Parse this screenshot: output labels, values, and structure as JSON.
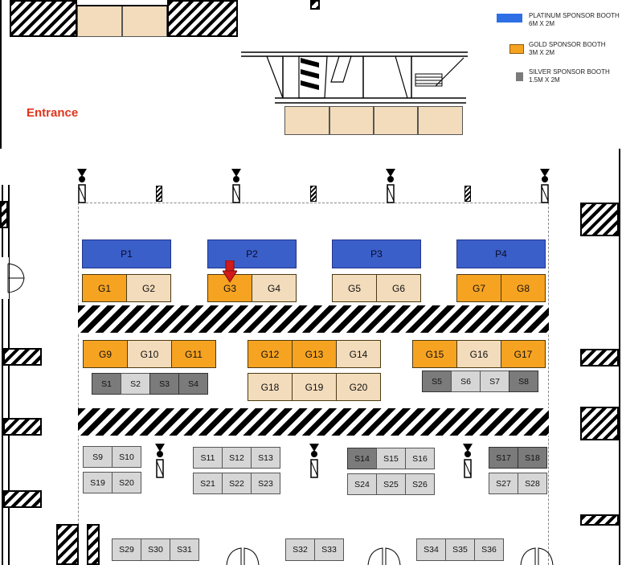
{
  "entrance_label": "Entrance",
  "legend": [
    {
      "name": "PLATINUM SPONSOR BOOTH",
      "size": "6M X 2M",
      "color": "#2e6fe6"
    },
    {
      "name": "GOLD SPONSOR BOOTH",
      "size": "3M X 2M",
      "color": "#f7a322"
    },
    {
      "name": "SILVER SPONSOR BOOTH",
      "size": "1.5M X 2M",
      "color": "#7b7b7b"
    }
  ],
  "colors": {
    "platinum": "#3a5fc8",
    "gold_available": "#f7a322",
    "gold_taken": "#f3dcbc",
    "silver_available": "#7b7b7b",
    "silver_taken": "#d6d6d6",
    "marker": "#d11a1a"
  },
  "booths": {
    "platinum": [
      "P1",
      "P2",
      "P3",
      "P4"
    ],
    "gold": [
      "G1",
      "G2",
      "G3",
      "G4",
      "G5",
      "G6",
      "G7",
      "G8",
      "G9",
      "G10",
      "G11",
      "G12",
      "G13",
      "G14",
      "G15",
      "G16",
      "G17",
      "G18",
      "G19",
      "G20"
    ],
    "silver": [
      "S1",
      "S2",
      "S3",
      "S4",
      "S5",
      "S6",
      "S7",
      "S8",
      "S9",
      "S10",
      "S11",
      "S12",
      "S13",
      "S14",
      "S15",
      "S16",
      "S17",
      "S18",
      "S19",
      "S20",
      "S21",
      "S22",
      "S23",
      "S24",
      "S25",
      "S26",
      "S27",
      "S28",
      "S29",
      "S30",
      "S31",
      "S32",
      "S33",
      "S34",
      "S35",
      "S36"
    ]
  },
  "marker_booth": "G3"
}
